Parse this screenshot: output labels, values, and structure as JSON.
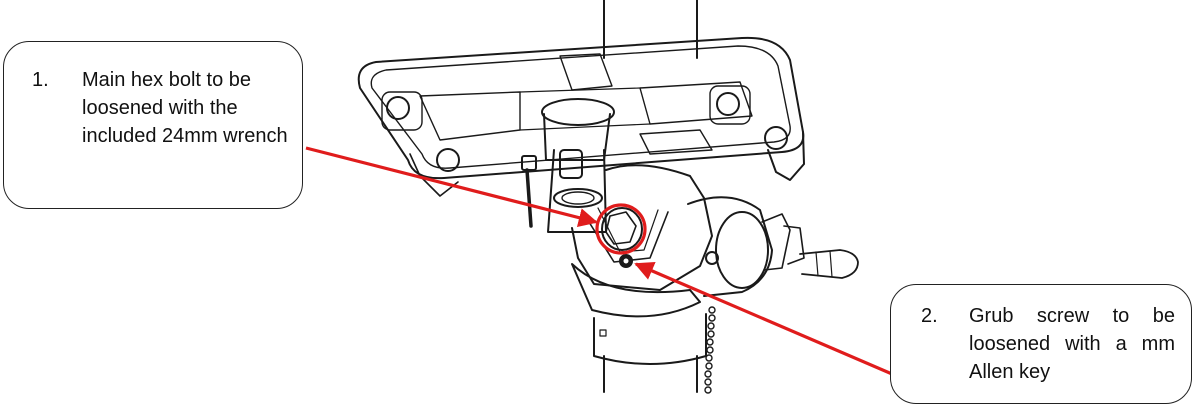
{
  "callouts": [
    {
      "number": "1.",
      "text": "Main hex bolt to be loosened with the included 24mm wrench"
    },
    {
      "number": "2.",
      "text": "Grub screw to be loosened with a mm Allen key"
    }
  ],
  "colors": {
    "arrow": "#e01c1c",
    "line": "#1a1a1a",
    "highlight_circle": "#e01c1c"
  }
}
